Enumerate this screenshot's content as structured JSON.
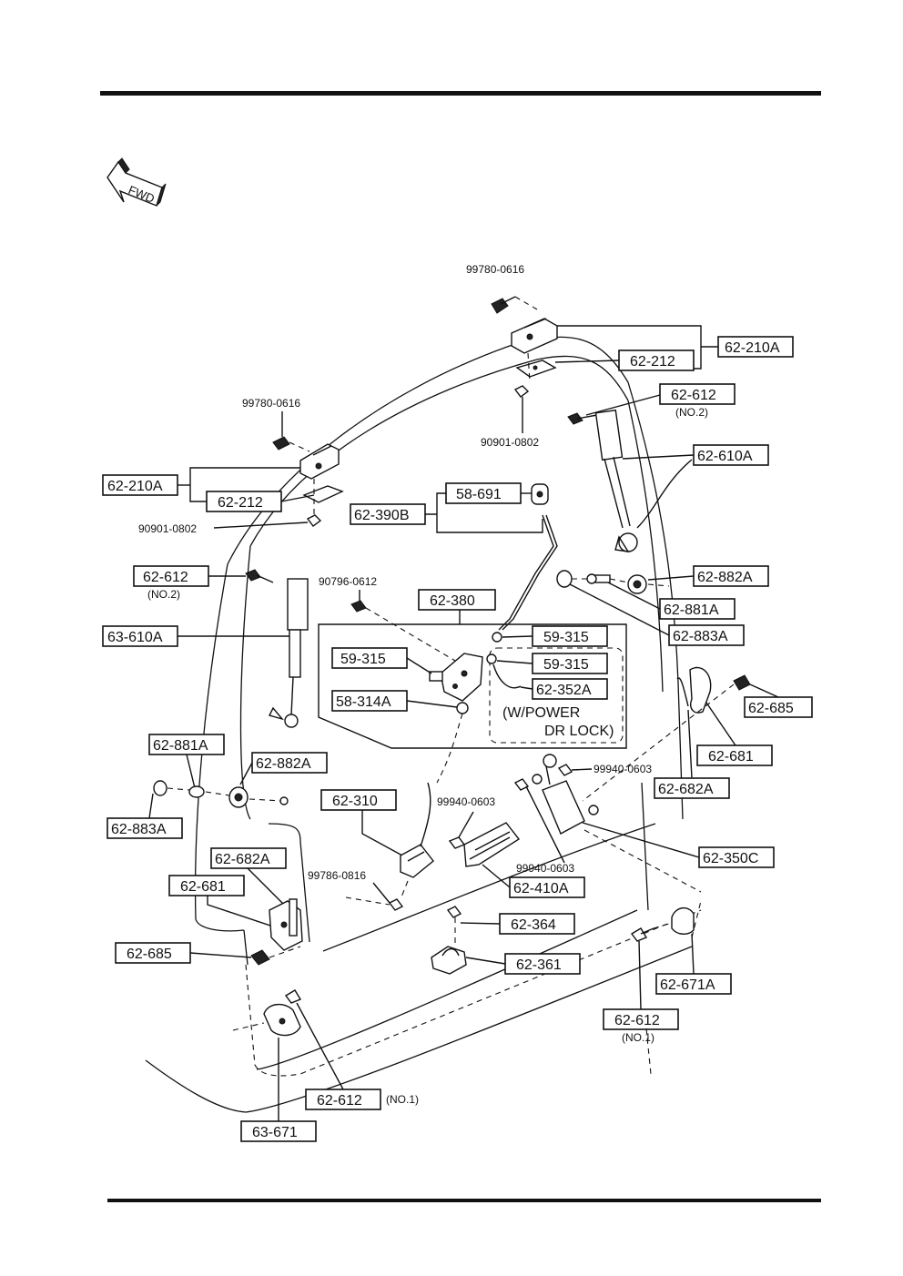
{
  "fwd_label": "FWD",
  "labels": {
    "top_hinge_bolt": "99780-0616",
    "top_hinge": "62-210A",
    "top_hinge_plate": "62-212",
    "top_hinge_nut": "90901-0802",
    "right_stay_bolt": "62-612",
    "right_stay_bolt_note": "(NO.2)",
    "right_stay": "62-610A",
    "right_882a": "62-882A",
    "right_881a": "62-881A",
    "right_883a": "62-883A",
    "left_hinge_bolt": "99780-0616",
    "left_hinge": "62-210A",
    "left_hinge_plate": "62-212",
    "left_hinge_nut": "90901-0802",
    "left_stay_bolt": "62-612",
    "left_stay_bolt_note": "(NO.2)",
    "left_stay": "63-610A",
    "rod_clip": "58-691",
    "rod": "62-390B",
    "lock_bolt": "90796-0612",
    "lock_assembly": "62-380",
    "clip_top": "59-315",
    "clip_left": "59-315",
    "clip_right": "59-315",
    "clip_58": "58-314A",
    "actuator_rod": "62-352A",
    "power_note_1": "(W/POWER",
    "power_note_2": "DR LOCK)",
    "right_685": "62-685",
    "right_681": "62-681",
    "right_682a": "62-682A",
    "actuator_screw_1": "99940-0603",
    "actuator": "62-350C",
    "actuator_screw_2": "99940-0603",
    "handle_screw": "99940-0603",
    "handle": "62-410A",
    "left_881a": "62-881A",
    "left_882a": "62-882A",
    "left_883a": "62-883A",
    "lamp": "62-310",
    "lamp_screw": "99786-0816",
    "left_682a": "62-682A",
    "left_681": "62-681",
    "left_685": "62-685",
    "striker_bolt": "62-364",
    "striker": "62-361",
    "right_bumper": "62-671A",
    "right_bumper_bolt": "62-612",
    "right_bumper_bolt_note": "(NO.1)",
    "left_bumper_bolt": "62-612",
    "left_bumper_bolt_note": "(NO.1)",
    "left_bumper": "63-671"
  }
}
